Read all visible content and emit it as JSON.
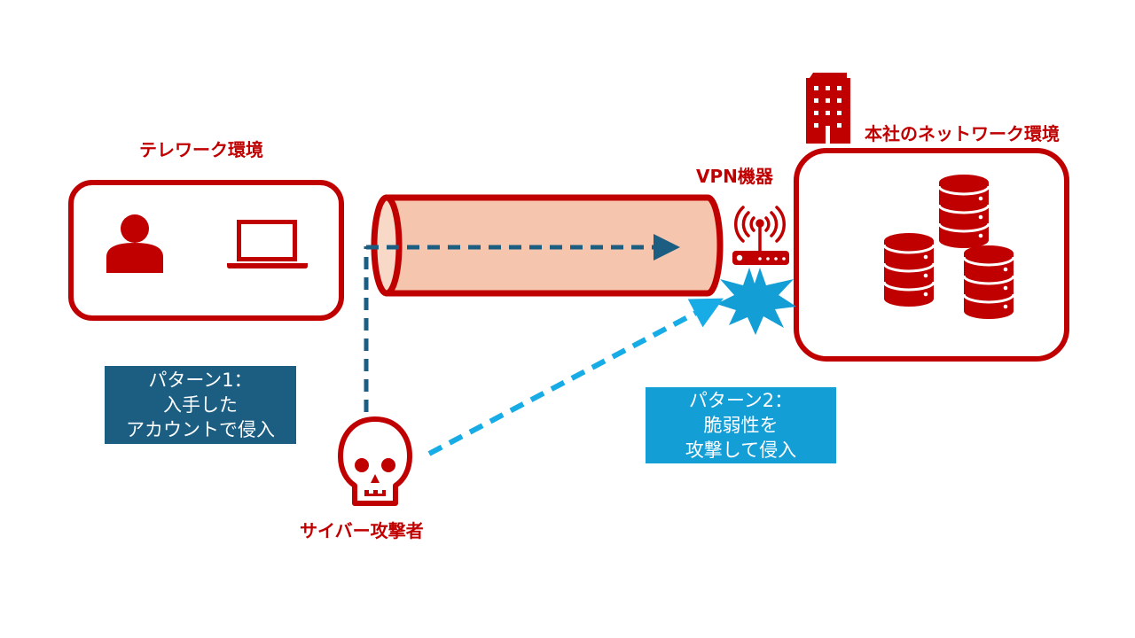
{
  "colors": {
    "brand_red": "#c00000",
    "tunnel_fill": "#f5c6ad",
    "pattern1_bg": "#1b5e82",
    "pattern2_bg": "#139ed6",
    "arrow1": "#1b5e82",
    "arrow2": "#18ace6",
    "burst": "#139ed6"
  },
  "telework": {
    "title": "テレワーク環境",
    "icons": [
      "user-icon",
      "laptop-icon"
    ]
  },
  "vpn": {
    "title": "VPN機器",
    "icon": "wifi-router-icon"
  },
  "headquarters": {
    "title": "本社のネットワーク環境",
    "icons": [
      "building-icon",
      "database-icon",
      "database-icon",
      "database-icon"
    ]
  },
  "attacker": {
    "title": "サイバー攻撃者",
    "icon": "skull-icon"
  },
  "pattern1": {
    "lines": [
      "パターン1：",
      "入手した",
      "アカウントで侵入"
    ]
  },
  "pattern2": {
    "lines": [
      "パターン2：",
      "脆弱性を",
      "攻撃して侵入"
    ]
  }
}
